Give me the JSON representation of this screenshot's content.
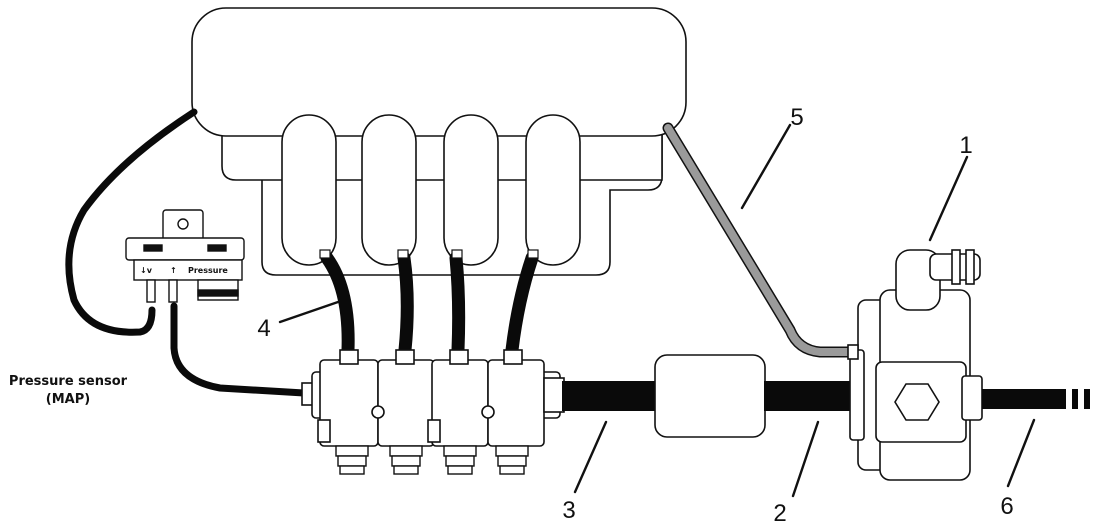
{
  "callouts": [
    "1",
    "2",
    "3",
    "4",
    "5",
    "6"
  ],
  "sensor": {
    "caption_line1": "Pressure sensor",
    "caption_line2": "(MAP)",
    "port_label_vacuum": "↓v",
    "port_label_arrow": "↑",
    "port_label_pressure": "Pressure"
  },
  "colors": {
    "line": "#111111",
    "hose_black": "#0a0a0a",
    "hose_grey": "#9a9a9a",
    "background": "#ffffff"
  }
}
